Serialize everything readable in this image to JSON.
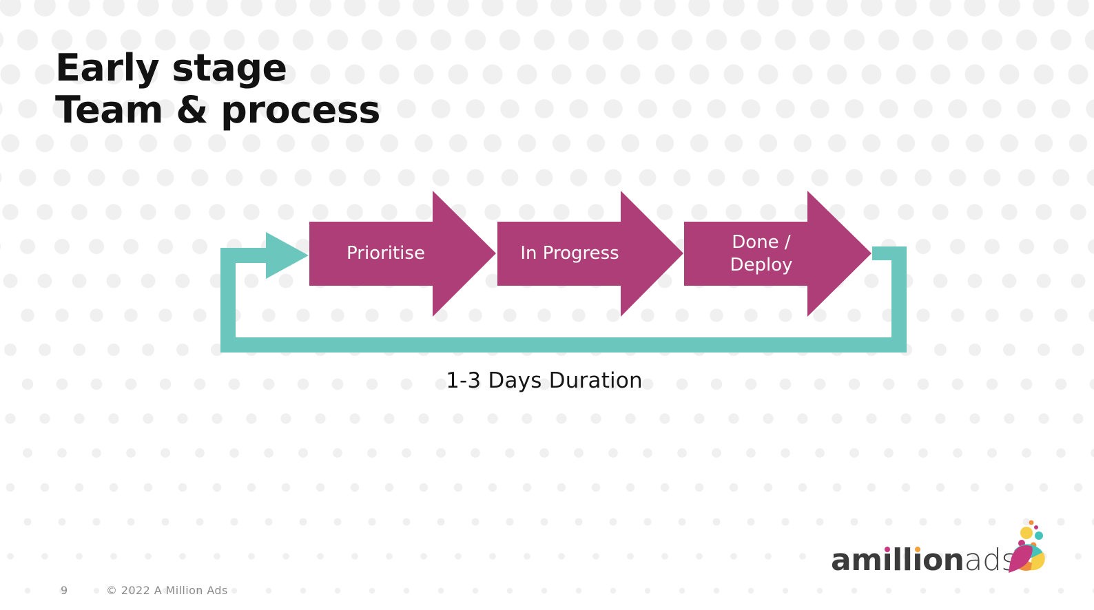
{
  "slide": {
    "title": "Early stage\nTeam & process",
    "page_number": "9",
    "copyright": "© 2022 A Million Ads"
  },
  "diagram": {
    "type": "process-flow",
    "steps": [
      {
        "label": "Prioritise"
      },
      {
        "label": "In Progress"
      },
      {
        "label": "Done /\nDeploy"
      }
    ],
    "loop_caption": "1-3 Days Duration",
    "colors": {
      "step_fill": "#AD3E78",
      "loop": "#6BC7BD"
    }
  },
  "logo": {
    "brand_bold": "amillion",
    "brand_light": "ads",
    "i_dot_colors": [
      "#C6397F",
      "#F0A13B"
    ],
    "mark_colors": {
      "yellow": "#F6CE47",
      "magenta": "#C6397F",
      "teal": "#43C3B9",
      "orange": "#EF8F3D"
    }
  }
}
